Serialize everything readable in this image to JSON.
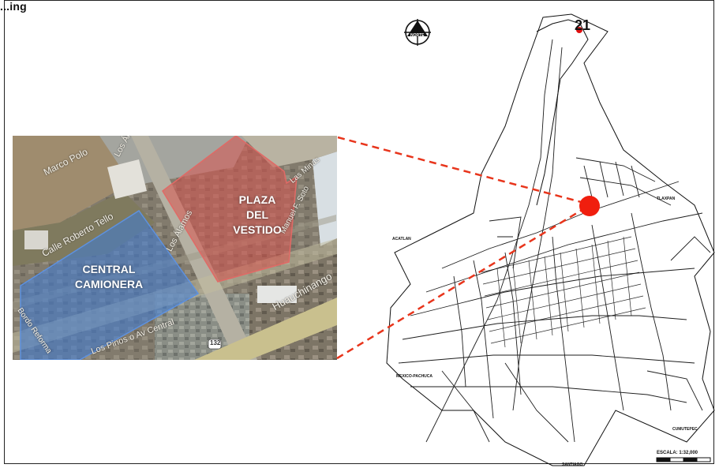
{
  "heading": "...ing",
  "north_label": "NORTE",
  "sheet_number": "21",
  "scale_label": "ESCALA:  1:32,000",
  "aerial": {
    "zones": [
      {
        "id": "plaza",
        "label_lines": [
          "PLAZA",
          "DEL",
          "VESTIDO"
        ],
        "color": "#d9534f"
      },
      {
        "id": "central",
        "label_lines": [
          "CENTRAL",
          "CAMIONERA"
        ],
        "color": "#3d7bd9"
      }
    ],
    "streets": {
      "marco_polo": "Marco Polo",
      "los_alamos_top": "Los Álamos",
      "los_alamos_mid": "Los Álamos",
      "las_minas": "Las Minas",
      "manuel_soto": "Manuel F. Soto",
      "roberto_tello": "Calle Roberto Tello",
      "huauchinango": "Huauchinango",
      "los_pinos": "Los Pinos o Av Central",
      "bordo": "Bordo Reforma",
      "highway": "132"
    }
  },
  "places": {
    "tlaxpan": "TLAXPAN",
    "acatlan": "ACATLAN",
    "mexico": "MEXICO-PACHUCA",
    "cumutepec": "CUMUTEPEC",
    "santiago": "SANTIAGO"
  },
  "colors": {
    "callout": "#e8351c",
    "marker": "#f01e0e",
    "map_line": "#111111"
  }
}
